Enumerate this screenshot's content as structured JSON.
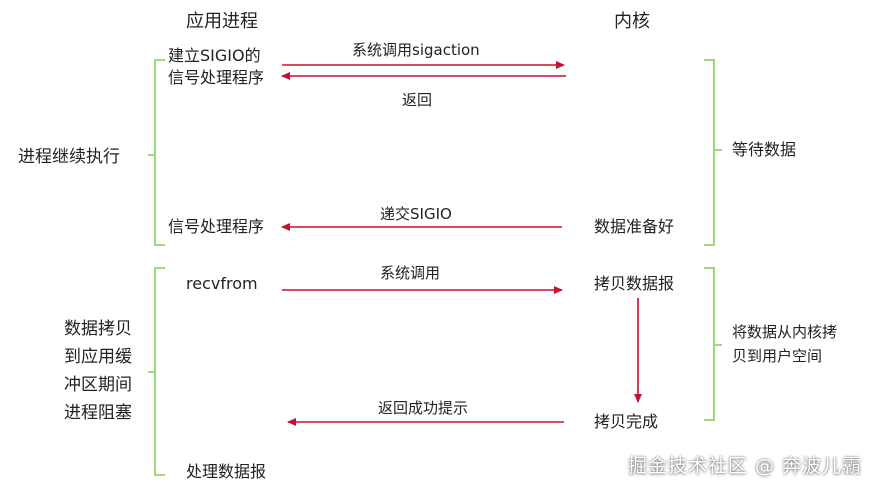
{
  "headers": {
    "app_process": "应用进程",
    "kernel": "内核"
  },
  "left_labels": {
    "continue": "进程继续执行",
    "blocked": [
      "数据拷贝",
      "到应用缓",
      "冲区期间",
      "进程阻塞"
    ]
  },
  "app_side": {
    "establish_line1": "建立SIGIO的",
    "establish_line2": "信号处理程序",
    "signal_handler": "信号处理程序",
    "recvfrom": "recvfrom",
    "process_data": "处理数据报"
  },
  "arrows": {
    "syscall_sigaction": "系统调用sigaction",
    "return": "返回",
    "deliver_sigio": "递交SIGIO",
    "syscall": "系统调用",
    "return_success": "返回成功提示"
  },
  "kernel_side": {
    "data_ready": "数据准备好",
    "copy_datagram": "拷贝数据报",
    "copy_done": "拷贝完成"
  },
  "right_labels": {
    "wait_data": "等待数据",
    "copy_to_user": [
      "将数据从内核拷",
      "贝到用户空间"
    ]
  },
  "watermark": "掘金技术社区 @ 奔波儿霸",
  "colors": {
    "arrow": "#c8102e",
    "bracket": "#9ed97a"
  }
}
